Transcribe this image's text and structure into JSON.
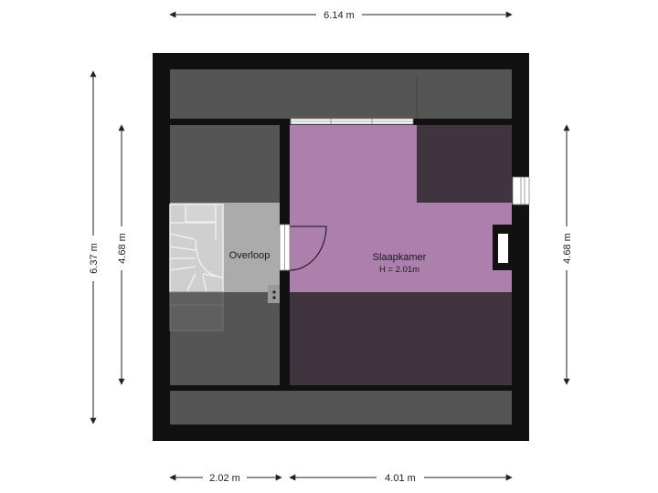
{
  "dimensions": {
    "top_width": "6.14 m",
    "left_outer_height": "6.37 m",
    "left_inner_height": "4.68 m",
    "right_height": "4.68 m",
    "bottom_left_width": "2.02 m",
    "bottom_right_width": "4.01 m"
  },
  "rooms": {
    "overloop": {
      "name": "Overloop"
    },
    "slaapkamer": {
      "name": "Slaapkamer",
      "height": "H = 2.01m"
    }
  },
  "colors": {
    "wall": "#111111",
    "low_ceiling": "#555555",
    "slaapkamer": "#ad7fad",
    "slaapkamer_low": "#40343f",
    "overloop": "#ababab",
    "dimension_line": "#222222"
  }
}
